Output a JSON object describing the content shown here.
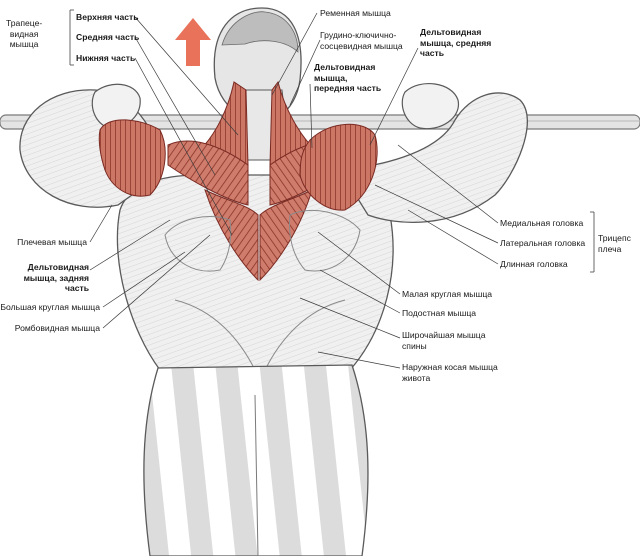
{
  "labels": {
    "trapezius_1": "Трапеце-",
    "trapezius_2": "видная",
    "trapezius_3": "мышца",
    "upper_part": "Верхняя часть",
    "middle_part": "Средняя часть",
    "lower_part": "Нижняя часть",
    "splenius": "Ременная мышца",
    "scm_1": "Грудино-ключично-",
    "scm_2": "сосцевидная мышца",
    "delt_mid_1": "Дельтовидная",
    "delt_mid_2": "мышца, средняя",
    "delt_mid_3": "часть",
    "delt_front_1": "Дельтовидная",
    "delt_front_2": "мышца,",
    "delt_front_3": "передняя часть",
    "brachialis": "Плечевая мышца",
    "delt_rear_1": "Дельтовидная",
    "delt_rear_2": "мышца, задняя",
    "delt_rear_3": "часть",
    "teres_major": "Большая круглая мышца",
    "rhomboid": "Ромбовидная мышца",
    "medial_head": "Медиальная головка",
    "lateral_head": "Латеральная головка",
    "long_head": "Длинная головка",
    "triceps_1": "Трицепс",
    "triceps_2": "плеча",
    "teres_minor": "Малая круглая мышца",
    "infraspinatus": "Подостная мышца",
    "lats_1": "Широчайшая мышца",
    "lats_2": "спины",
    "oblique_1": "Наружная косая мышца",
    "oblique_2": "живота"
  },
  "colors": {
    "muscle_red": "#c56a5c",
    "muscle_line": "#7a2a22",
    "skin_outline": "#5a5a5a",
    "arrow": "#e8725a",
    "background": "#ffffff"
  }
}
